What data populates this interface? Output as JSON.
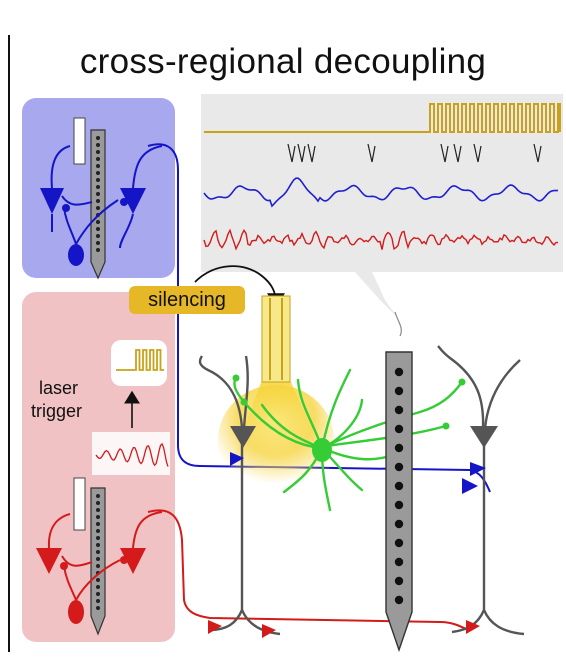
{
  "title": "cross-regional decoupling",
  "labels": {
    "silencing": "silencing",
    "laser_line1": "laser",
    "laser_line2": "trigger"
  },
  "colors": {
    "blue_region": "#a7a8ee",
    "red_region": "#f1c2c4",
    "blue_trace": "#1f1fd0",
    "red_trace": "#d41a1a",
    "laser_trace": "#c9a21a",
    "light_yellow": "#f7d64a",
    "interneuron_green": "#35cc35",
    "neuron_gray": "#555555",
    "probe_gray": "#9a9a9a",
    "trace_panel_bg": "#e9e9e9",
    "silencing_badge": "#e6b828"
  },
  "icons": [
    "optical-fiber-icon",
    "silicon-probe-icon",
    "pyramidal-neuron-icon",
    "interneuron-icon"
  ]
}
